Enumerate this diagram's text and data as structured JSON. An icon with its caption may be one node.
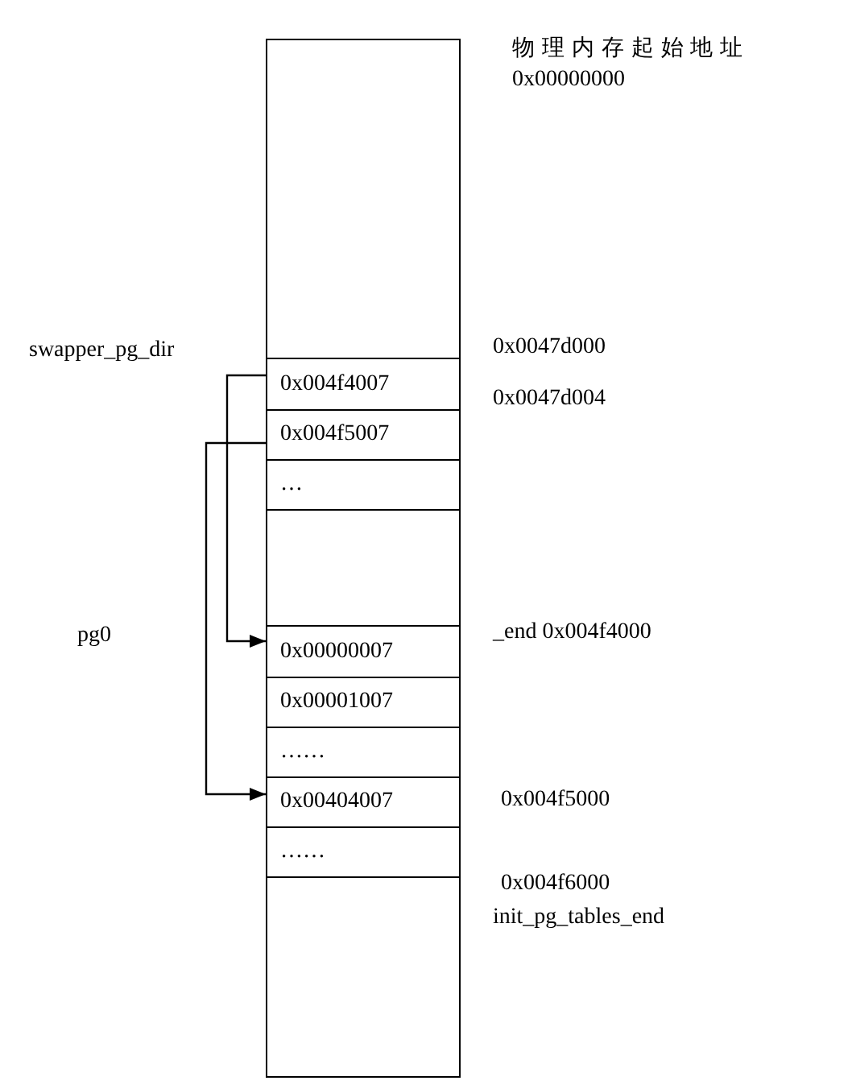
{
  "diagram": {
    "nodes": [
      {
        "text": [],
        "shape": "box"
      },
      {
        "text": [
          "0x004f4007"
        ]
      },
      {
        "text": [
          "0x004f5007"
        ]
      },
      {
        "text": [
          "…"
        ]
      },
      {
        "text": [],
        "shape": "box"
      },
      {
        "text": [
          "0x00000007"
        ]
      },
      {
        "text": [
          "0x00001007"
        ]
      },
      {
        "text": [
          "……"
        ]
      },
      {
        "text": [
          "0x00404007"
        ]
      },
      {
        "text": [
          "……"
        ]
      },
      {
        "text": [],
        "shape": "box"
      }
    ],
    "edges": [
      {
        "from": 1,
        "to": 5,
        "arrow": "to"
      },
      {
        "from": 2,
        "to": 8,
        "arrow": "to"
      }
    ],
    "labels": [
      "物 理 内 存 起 始 地 址",
      "0x00000000",
      "swapper_pg_dir",
      "0x0047d000",
      "0x0047d004",
      "pg0",
      "_end 0x004f4000",
      "0x004f5000",
      "0x004f6000",
      "init_pg_tables_end"
    ]
  }
}
